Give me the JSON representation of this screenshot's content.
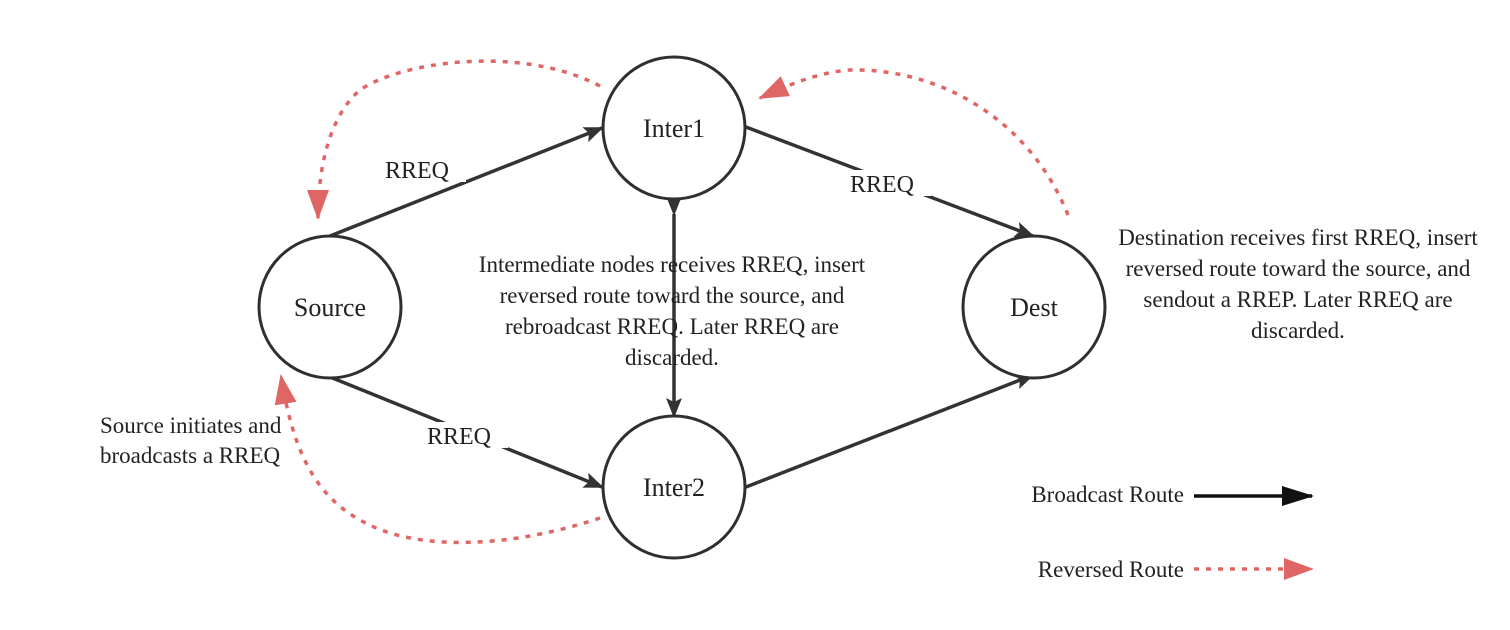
{
  "nodes": {
    "source": "Source",
    "inter1": "Inter1",
    "inter2": "Inter2",
    "dest": "Dest"
  },
  "edge_labels": {
    "source_inter1": "RREQ",
    "inter1_dest": "RREQ",
    "source_inter2": "RREQ"
  },
  "annotations": {
    "intermediate": "Intermediate nodes receives RREQ, insert reversed route toward the source, and rebroadcast RREQ. Later RREQ are discarded.",
    "destination": "Destination receives first RREQ, insert reversed route toward the source, and sendout a RREP. Later RREQ are discarded.",
    "source": "Source initiates and broadcasts a RREQ"
  },
  "legend": {
    "broadcast": "Broadcast Route",
    "reversed": "Reversed Route"
  },
  "colors": {
    "broadcast": "#333333",
    "reversed": "#e06666",
    "node_stroke": "#2f2f2f"
  }
}
